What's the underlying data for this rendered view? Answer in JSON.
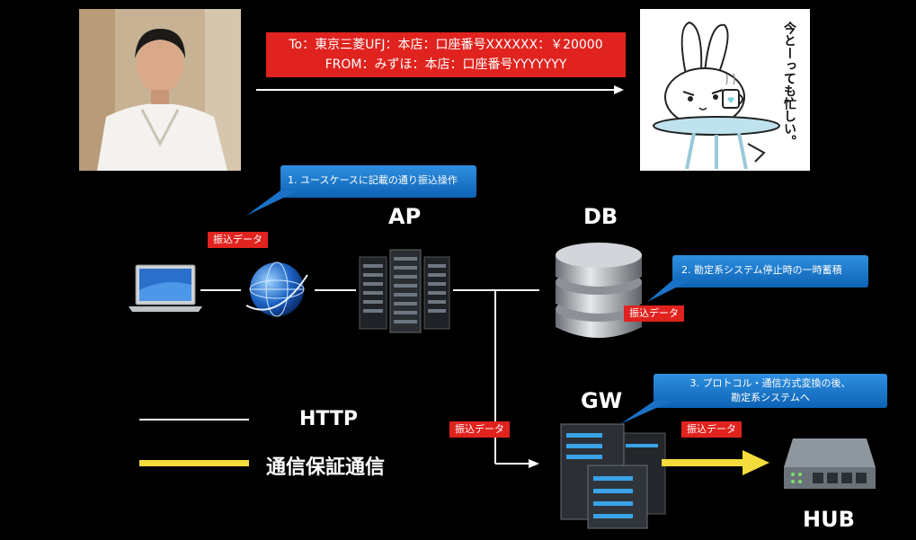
{
  "transfer": {
    "line1": "To：東京三菱UFJ：本店：口座番号XXXXXX：￥20000",
    "line2": "FROM：みずほ：本店：口座番号YYYYYYY"
  },
  "sticker_text": "今とーっても忙しい。",
  "callouts": {
    "c1": "1. ユースケースに記載の通り振込操作",
    "c2": "2. 勘定系システム停止時の一時蓄積",
    "c3_line1": "3. プロトコル・通信方式変換の後、",
    "c3_line2": "勘定系システムへ"
  },
  "tags": {
    "t1": "振込データ",
    "t2": "振込データ",
    "t3": "振込データ",
    "t4": "振込データ"
  },
  "nodes": {
    "ap": "AP",
    "db": "DB",
    "gw": "GW",
    "hub": "HUB"
  },
  "legend": {
    "http": "HTTP",
    "guaranteed": "通信保証通信"
  },
  "colors": {
    "background": "#000000",
    "tag_red": "#e0231f",
    "callout_blue": "#1a78cf",
    "guaranteed_line": "#f3dc3c",
    "http_line": "#ffffff"
  }
}
